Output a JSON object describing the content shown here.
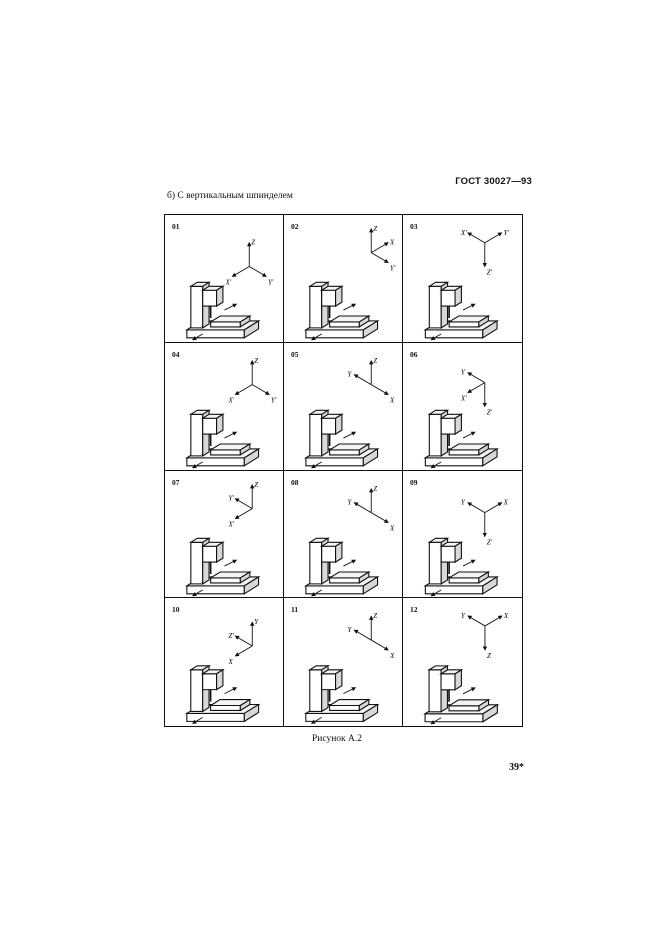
{
  "header": {
    "standard_code": "ГОСТ 30027—93"
  },
  "subtitle": "б) С вертикальным шпинделем",
  "cells": [
    {
      "number": "01",
      "axes": [
        "Z",
        "X'",
        "Y'"
      ]
    },
    {
      "number": "02",
      "axes": [
        "Z",
        "X",
        "Y'"
      ]
    },
    {
      "number": "03",
      "axes": [
        "X'",
        "Y'",
        "Z'"
      ]
    },
    {
      "number": "04",
      "axes": [
        "Z",
        "X'",
        "Y'"
      ]
    },
    {
      "number": "05",
      "axes": [
        "Z",
        "Y",
        "X"
      ]
    },
    {
      "number": "06",
      "axes": [
        "Y",
        "X'",
        "Z'"
      ]
    },
    {
      "number": "07",
      "axes": [
        "Z",
        "Y'",
        "X'"
      ]
    },
    {
      "number": "08",
      "axes": [
        "Z",
        "Y",
        "X"
      ]
    },
    {
      "number": "09",
      "axes": [
        "Y",
        "X",
        "Z'"
      ]
    },
    {
      "number": "10",
      "axes": [
        "Y",
        "Z'",
        "X"
      ]
    },
    {
      "number": "11",
      "axes": [
        "Z",
        "Y",
        "X"
      ]
    },
    {
      "number": "12",
      "axes": [
        "Y",
        "X",
        "Z"
      ]
    }
  ],
  "caption": "Рисунок А.2",
  "page_number": "39*"
}
